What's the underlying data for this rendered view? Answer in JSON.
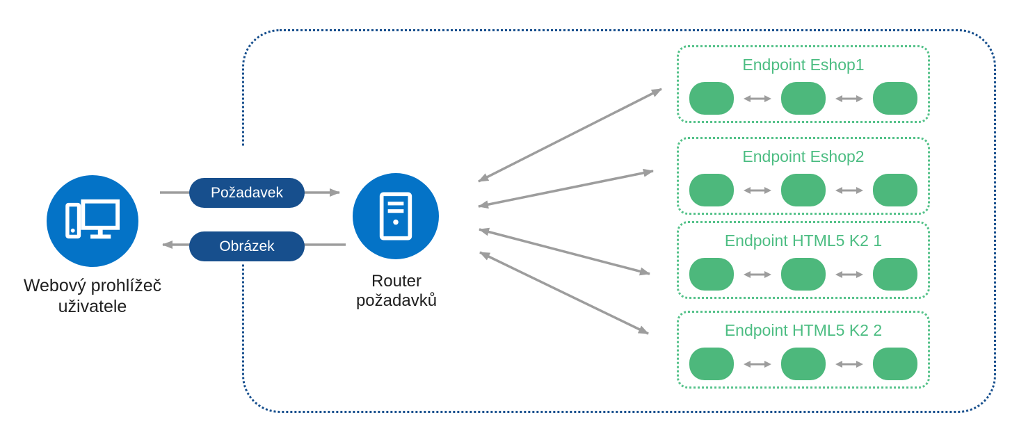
{
  "nodes": {
    "browser": {
      "label_line1": "Webový prohlížeč",
      "label_line2": "uživatele",
      "icon": "desktop-computer-icon"
    },
    "router": {
      "label_line1": "Router",
      "label_line2": "požadavků",
      "icon": "server-icon"
    }
  },
  "flows": {
    "request_label": "Požadavek",
    "response_label": "Obrázek"
  },
  "endpoints": [
    {
      "title": "Endpoint Eshop1",
      "node_count": 3
    },
    {
      "title": "Endpoint Eshop2",
      "node_count": 3
    },
    {
      "title": "Endpoint HTML5 K2 1",
      "node_count": 3
    },
    {
      "title": "Endpoint HTML5 K2 2",
      "node_count": 3
    }
  ],
  "colors": {
    "node_blue": "#0473c7",
    "navy": "#174f8d",
    "green": "#4db87c",
    "green_border": "#55c28a",
    "green_text": "#4cbd82",
    "arrow_gray": "#9d9d9d",
    "text_dark": "#1f1f1f"
  }
}
